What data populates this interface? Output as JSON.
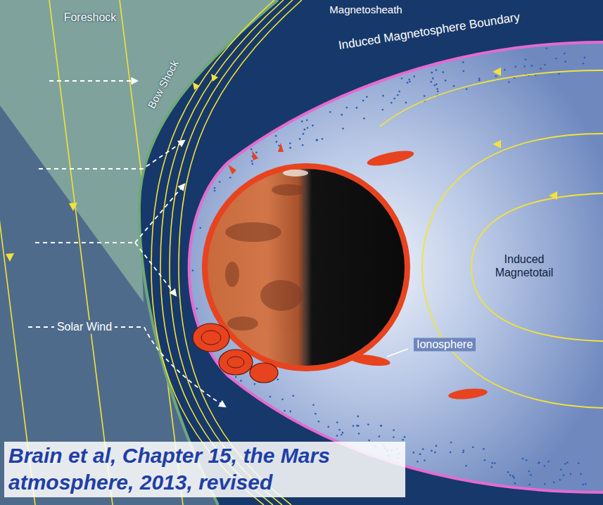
{
  "diagram": {
    "caption": "Brain et al, Chapter 15, the Mars atmosphere, 2013, revised",
    "labels": [
      "Foreshock",
      "Magnetosheath",
      "Induced Magnetosphere Boundary",
      "Bow Shock",
      "Induced Magnetotail",
      "Solar Wind",
      "Ionosphere"
    ]
  }
}
